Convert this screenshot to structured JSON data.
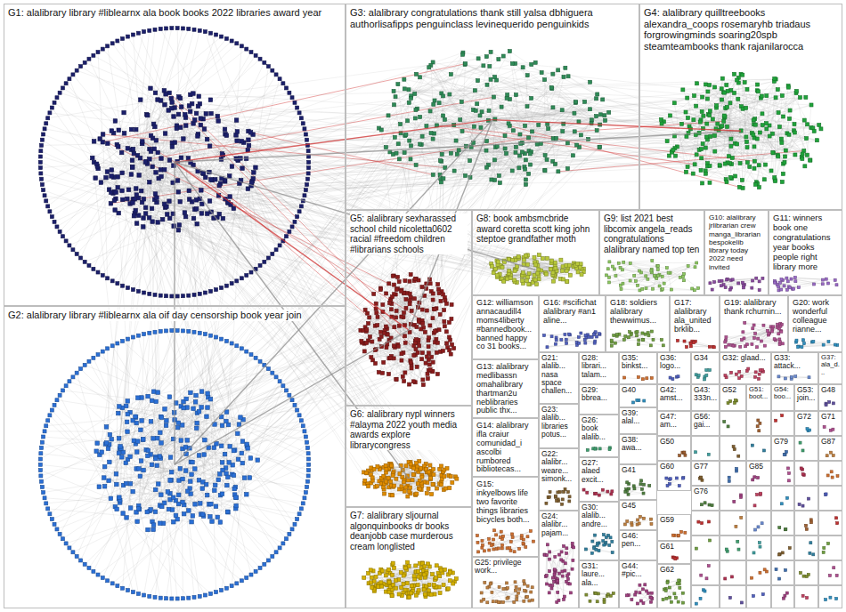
{
  "diagram": {
    "nodes": [
      {
        "text": [
          "G1: alalibrary library #liblearnx ala book books 2022 libraries award year"
        ]
      },
      {
        "text": [
          "G2: alalibrary library #liblearnx ala oif day censorship book year join"
        ]
      },
      {
        "text": [
          "G3: alalibrary congratulations thank still yalsa dbhiguera authorlisafipps penguinclass levinequerido penguinkids"
        ]
      },
      {
        "text": [
          "G4: alalibrary quilltreebooks alexandra_coops rosemaryhb triadaus forgrowingminds soaring20spb steamteambooks thank rajanilarocca"
        ]
      },
      {
        "text": [
          "G5: alalibrary sexharassed school child nicoletta0602 racial #freedom children #librarians schools"
        ]
      },
      {
        "text": [
          "G6: alalibrary nypl winners #alayma 2022 youth media awards explore librarycongress"
        ]
      },
      {
        "text": [
          "G7: alalibrary sljournal algonquinbooks dr books deanjobb case murderous cream longlisted"
        ]
      },
      {
        "text": [
          "G8: book ambsmcbride award coretta scott king john steptoe grandfather moth"
        ]
      },
      {
        "text": [
          "G9: list 2021 best libcomix angela_reads congratulations alalibrary named top ten"
        ]
      },
      {
        "text": [
          "G10: alalibrary jrlibrarian crew manga_librarian bespokelib library today 2022 need invited"
        ]
      },
      {
        "text": [
          "G11: winners book one congratulations year books people right library more"
        ]
      },
      {
        "text": [
          "G12: williamson annacaudill4 moms4liberty #bannedbook... banned happy co 31 books..."
        ]
      },
      {
        "text": [
          "G13: alalibrary medlibassn omahalibrary thartman2u neblibraries public thx..."
        ]
      },
      {
        "text": [
          "G14: alalibrary ifla craiur comunidad_i ascolbi rumbored bibliotecas..."
        ]
      },
      {
        "text": [
          "G15: inkyelbows life two favorite things libraries bicycles both..."
        ]
      },
      {
        "text": [
          "G16: #scifichat alalibrary #an1 aline..."
        ]
      },
      {
        "text": [
          "G17: alalibrary ala_united brklib..."
        ]
      },
      {
        "text": [
          "G18: soldiers alalibrary thewwimus..."
        ]
      },
      {
        "text": [
          "G19: alalibrary thank rchurnin..."
        ]
      },
      {
        "text": [
          "G20: work wonderful colleague rianne..."
        ]
      },
      {
        "text": [
          "G21: alalib... nasa space challen..."
        ]
      },
      {
        "text": [
          "G22: alalibr... weare... simonk..."
        ]
      },
      {
        "text": [
          "G23: alalib... libraries potus..."
        ]
      },
      {
        "text": [
          "G24: alalibr... pajam..."
        ]
      },
      {
        "text": [
          "G25: privilege work..."
        ]
      },
      {
        "text": [
          "G26: book alalib..."
        ]
      },
      {
        "text": [
          "G27: alaed excit..."
        ]
      },
      {
        "text": [
          "G28: librari... talam..."
        ]
      },
      {
        "text": [
          "G29: bbrea..."
        ]
      },
      {
        "text": [
          "G30: alalib... andre..."
        ]
      },
      {
        "text": [
          "G31: laure... ala..."
        ]
      },
      {
        "text": [
          "G32: glaad..."
        ]
      },
      {
        "text": [
          "G33: attack..."
        ]
      },
      {
        "text": [
          "G34"
        ]
      },
      {
        "text": [
          "G35: binkst..."
        ]
      },
      {
        "text": [
          "G36: logo..."
        ]
      },
      {
        "text": [
          "G37: ala_d..."
        ]
      },
      {
        "text": [
          "G38: awa..."
        ]
      },
      {
        "text": [
          "G39: alal..."
        ]
      },
      {
        "text": [
          "G40"
        ]
      },
      {
        "text": [
          "G41"
        ]
      },
      {
        "text": [
          "G42: amst..."
        ]
      },
      {
        "text": [
          "G43: 333n..."
        ]
      },
      {
        "text": [
          "G44: #pic..."
        ]
      },
      {
        "text": [
          "G45"
        ]
      },
      {
        "text": [
          "G46: pen..."
        ]
      },
      {
        "text": [
          "G47: am..."
        ]
      },
      {
        "text": [
          "G48"
        ]
      },
      {
        "text": [
          "G50"
        ]
      },
      {
        "text": [
          "G51: boot..."
        ]
      },
      {
        "text": [
          "G52"
        ]
      },
      {
        "text": [
          "G53: join..."
        ]
      },
      {
        "text": [
          "G54: boo..."
        ]
      },
      {
        "text": [
          "G56: gai..."
        ]
      },
      {
        "text": [
          "G59"
        ]
      },
      {
        "text": [
          "G60"
        ]
      },
      {
        "text": [
          "G61"
        ]
      },
      {
        "text": [
          "G62"
        ]
      },
      {
        "text": [
          "G71"
        ]
      },
      {
        "text": [
          "G72"
        ]
      },
      {
        "text": [
          "G76"
        ]
      },
      {
        "text": [
          "G77"
        ]
      },
      {
        "text": [
          "G79"
        ]
      },
      {
        "text": [
          "G85"
        ]
      },
      {
        "text": [
          "G87"
        ]
      }
    ],
    "edges": [
      {
        "from": 0,
        "to": 2,
        "arrow": "none"
      },
      {
        "from": 0,
        "to": 1,
        "arrow": "none"
      },
      {
        "from": 0,
        "to": 3,
        "arrow": "none"
      },
      {
        "from": 0,
        "to": 4,
        "arrow": "none"
      },
      {
        "from": 1,
        "to": 2,
        "arrow": "none"
      },
      {
        "from": 2,
        "to": 3,
        "arrow": "none"
      },
      {
        "from": 0,
        "to": 5,
        "arrow": "none"
      },
      {
        "from": 2,
        "to": 4,
        "arrow": "none"
      },
      {
        "from": 1,
        "to": 4,
        "arrow": "none"
      },
      {
        "from": 0,
        "to": 7,
        "arrow": "none"
      }
    ]
  }
}
